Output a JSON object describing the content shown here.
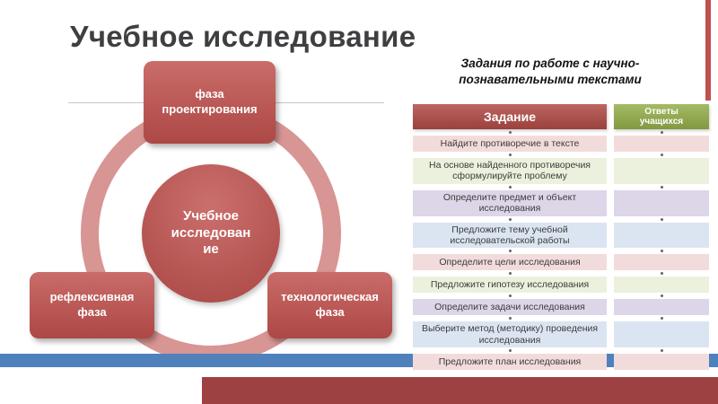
{
  "slide": {
    "title": "Учебное исследование",
    "table_title": "Задания по работе с научно-познавательными текстами"
  },
  "diagram": {
    "center_label": "Учебное исследование",
    "nodes": [
      {
        "label": "фаза проектирования"
      },
      {
        "label": "рефлексивная фаза"
      },
      {
        "label": "технологическая фаза"
      }
    ]
  },
  "table": {
    "headers": {
      "task": "Задание",
      "answers": "Ответы учащихся"
    },
    "rows": [
      {
        "task": "Найдите противоречие в тексте",
        "color": "#f2dcdb"
      },
      {
        "task": "На основе найденного противоречия сформулируйте проблему",
        "color": "#ebf1dd"
      },
      {
        "task": "Определите предмет и объект исследования",
        "color": "#ddd5e8"
      },
      {
        "task": "Предложите тему учебной исследовательской работы",
        "color": "#dbe5f1"
      },
      {
        "task": "Определите цели исследования",
        "color": "#f2dcdb"
      },
      {
        "task": "Предложите гипотезу исследования",
        "color": "#ebf1dd"
      },
      {
        "task": "Определите задачи исследования",
        "color": "#ddd5e8"
      },
      {
        "task": "Выберите метод (методику) проведения исследования",
        "color": "#dbe5f1"
      },
      {
        "task": "Предложите план исследования",
        "color": "#f2dcdb"
      }
    ]
  },
  "colors": {
    "accent_red": "#c0504d",
    "ring": "#d79593",
    "task_header": "#b04a46",
    "answers_header": "#94ae49",
    "stripe_blue": "#4f81bd",
    "bottom_bar_red": "#9e4143",
    "title_text": "#3f3f42"
  }
}
